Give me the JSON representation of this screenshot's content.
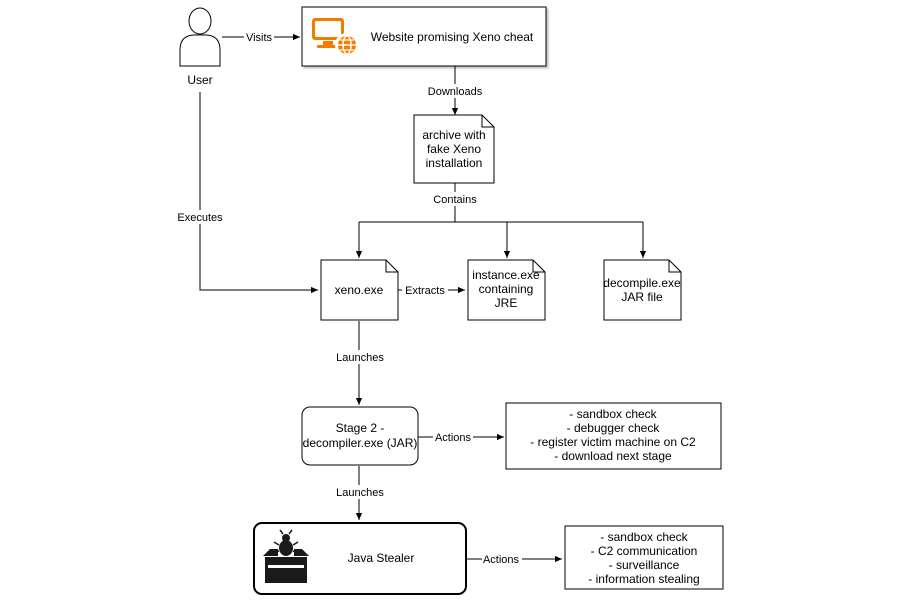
{
  "nodes": {
    "user": {
      "label": "User"
    },
    "website": {
      "label": "Website promising Xeno cheat"
    },
    "archive": {
      "lines": [
        "archive with",
        "fake Xeno",
        "installation"
      ]
    },
    "xeno": {
      "label": "xeno.exe"
    },
    "instance": {
      "lines": [
        "instance.exe",
        "containing",
        "JRE"
      ]
    },
    "decompile": {
      "lines": [
        "decompile.exe",
        "JAR file"
      ]
    },
    "stage2": {
      "lines": [
        "Stage 2 -",
        "decompiler.exe (JAR)"
      ]
    },
    "stage2_actions": {
      "lines": [
        "- sandbox check",
        "- debugger check",
        "- register victim machine on C2",
        "- download next stage"
      ]
    },
    "stealer": {
      "label": "Java Stealer"
    },
    "stealer_actions": {
      "lines": [
        "- sandbox check",
        "- C2 communication",
        "- surveillance",
        "- information stealing"
      ]
    }
  },
  "edges": {
    "visits": "Visits",
    "downloads": "Downloads",
    "contains": "Contains",
    "executes": "Executes",
    "extracts": "Extracts",
    "launches_1": "Launches",
    "actions_1": "Actions",
    "launches_2": "Launches",
    "actions_2": "Actions"
  },
  "colors": {
    "stroke": "#000000",
    "website_icon": "#f57c00",
    "stealer_icon": "#1a1a1a"
  },
  "icons": {
    "user": "user-person-icon",
    "website": "computer-globe-icon",
    "stealer": "malware-bug-box-icon"
  }
}
